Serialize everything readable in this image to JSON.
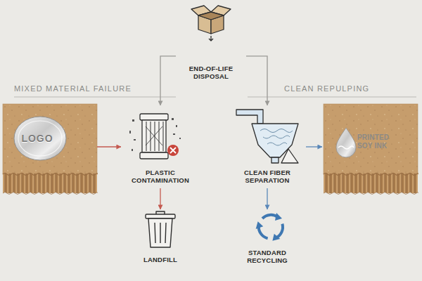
{
  "diagram": {
    "nodes": [
      {
        "text": [
          "END-OF-LIFE DISPOSAL"
        ]
      },
      {
        "text": [
          "LOGO"
        ]
      },
      {
        "text": [
          "PLASTIC CONTAMINATION"
        ]
      },
      {
        "text": [
          "LANDFILL"
        ]
      },
      {
        "text": [
          "CLEAN FIBER SEPARATION"
        ]
      },
      {
        "text": [
          "PRINTED SOY INK"
        ]
      },
      {
        "text": [
          "STANDARD RECYCLING"
        ]
      }
    ],
    "edges": [
      {
        "from": 0,
        "to": 2,
        "arrow": "to"
      },
      {
        "from": 0,
        "to": 4,
        "arrow": "to"
      },
      {
        "from": 1,
        "to": 2,
        "arrow": "to"
      },
      {
        "from": 2,
        "to": 3,
        "arrow": "to"
      },
      {
        "from": 4,
        "to": 5,
        "arrow": "to"
      },
      {
        "from": 4,
        "to": 6,
        "arrow": "to"
      }
    ],
    "labels": [
      "MIXED MATERIAL FAILURE",
      "CLEAN REPULPING"
    ]
  }
}
